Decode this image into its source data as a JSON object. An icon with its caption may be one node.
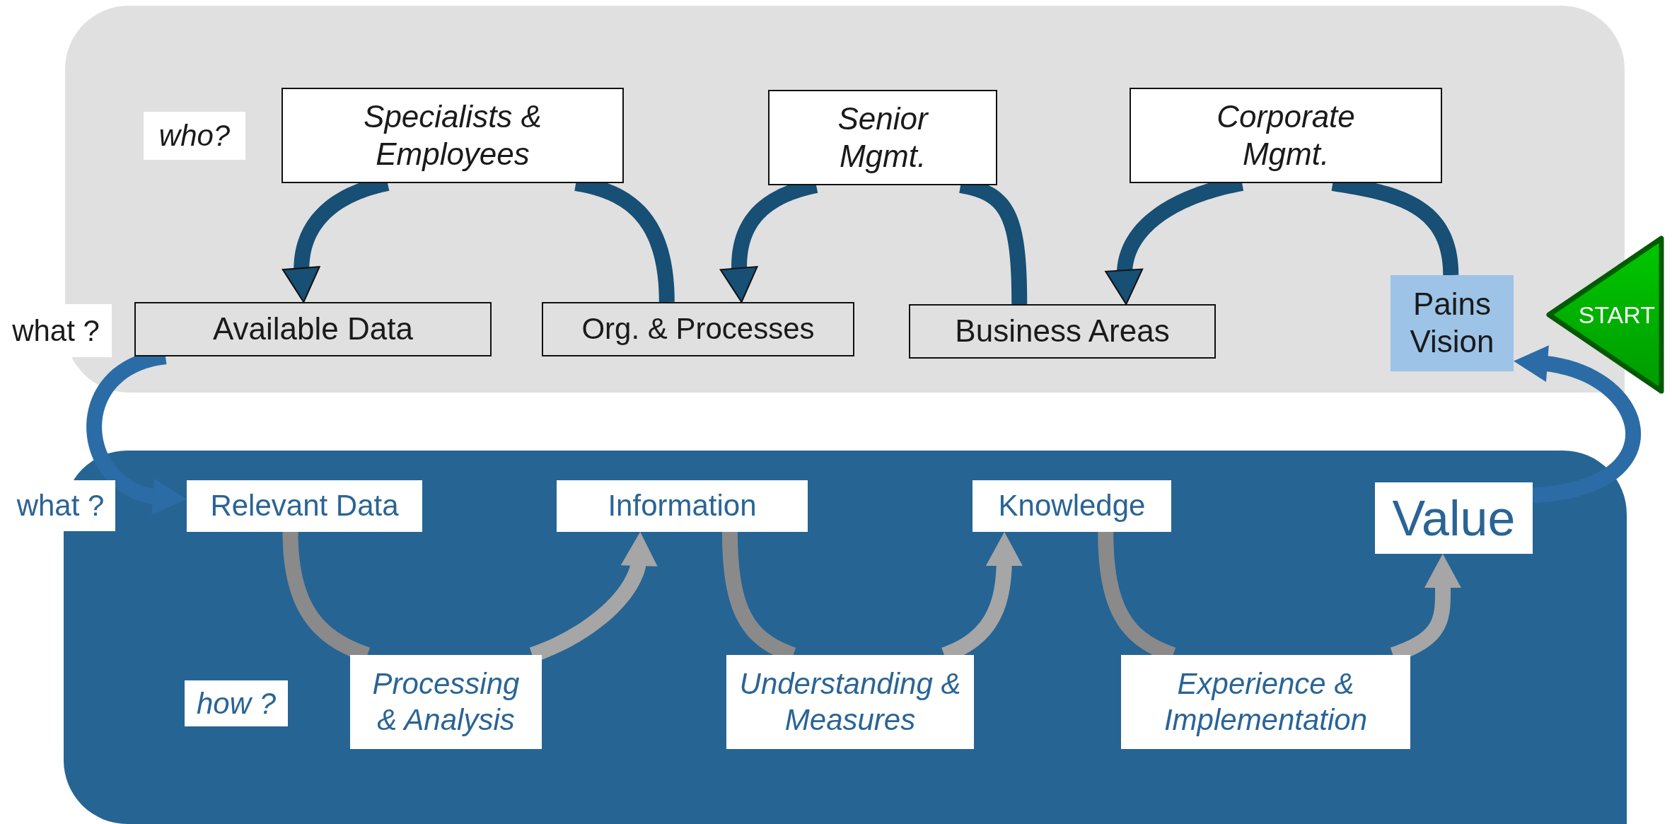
{
  "diagram": {
    "nodes": [
      {
        "text": [],
        "shape": "box"
      },
      {
        "text": [],
        "shape": "box"
      },
      {
        "text": [
          "Specialists & Employees"
        ],
        "in": 0
      },
      {
        "text": [
          "Senior Mgmt."
        ],
        "in": 0
      },
      {
        "text": [
          "Corporate Mgmt."
        ],
        "in": 0
      },
      {
        "text": [
          "Available Data"
        ],
        "in": 0
      },
      {
        "text": [
          "Org. & Processes"
        ],
        "in": 0
      },
      {
        "text": [
          "Business Areas"
        ],
        "in": 0
      },
      {
        "text": [
          "Pains Vision"
        ],
        "in": 0
      },
      {
        "text": [
          "START"
        ]
      },
      {
        "text": [
          "Relevant Data"
        ],
        "in": 1
      },
      {
        "text": [
          "Information"
        ],
        "in": 1
      },
      {
        "text": [
          "Knowledge"
        ],
        "in": 1
      },
      {
        "text": [
          "Value"
        ],
        "in": 1
      },
      {
        "text": [
          "Processing & Analysis"
        ],
        "in": 1
      },
      {
        "text": [
          "Understanding & Measures"
        ],
        "in": 1
      },
      {
        "text": [
          "Experience & Implementation"
        ],
        "in": 1
      }
    ],
    "edges": [
      {
        "from": 6,
        "to": 2,
        "arrow": "none",
        "color": "#174f75"
      },
      {
        "from": 2,
        "to": 5,
        "arrow": "to",
        "color": "#174f75"
      },
      {
        "from": 7,
        "to": 3,
        "arrow": "none",
        "color": "#174f75"
      },
      {
        "from": 3,
        "to": 6,
        "arrow": "to",
        "color": "#174f75"
      },
      {
        "from": 8,
        "to": 4,
        "arrow": "none",
        "color": "#174f75"
      },
      {
        "from": 4,
        "to": 7,
        "arrow": "to",
        "color": "#174f75"
      },
      {
        "from": 5,
        "to": 10,
        "arrow": "to",
        "color": "#2b6ca6"
      },
      {
        "from": 10,
        "to": 14,
        "arrow": "none",
        "color": "#8a8a8a"
      },
      {
        "from": 14,
        "to": 11,
        "arrow": "to",
        "color": "#a6a6a6"
      },
      {
        "from": 11,
        "to": 15,
        "arrow": "none",
        "color": "#8a8a8a"
      },
      {
        "from": 15,
        "to": 12,
        "arrow": "to",
        "color": "#a6a6a6"
      },
      {
        "from": 12,
        "to": 16,
        "arrow": "none",
        "color": "#8a8a8a"
      },
      {
        "from": 16,
        "to": 13,
        "arrow": "to",
        "color": "#a6a6a6"
      },
      {
        "from": 13,
        "to": 8,
        "arrow": "to",
        "color": "#2b6ca6"
      }
    ],
    "labels": [
      "who?",
      "what ?",
      "what ?",
      "how ?"
    ]
  }
}
